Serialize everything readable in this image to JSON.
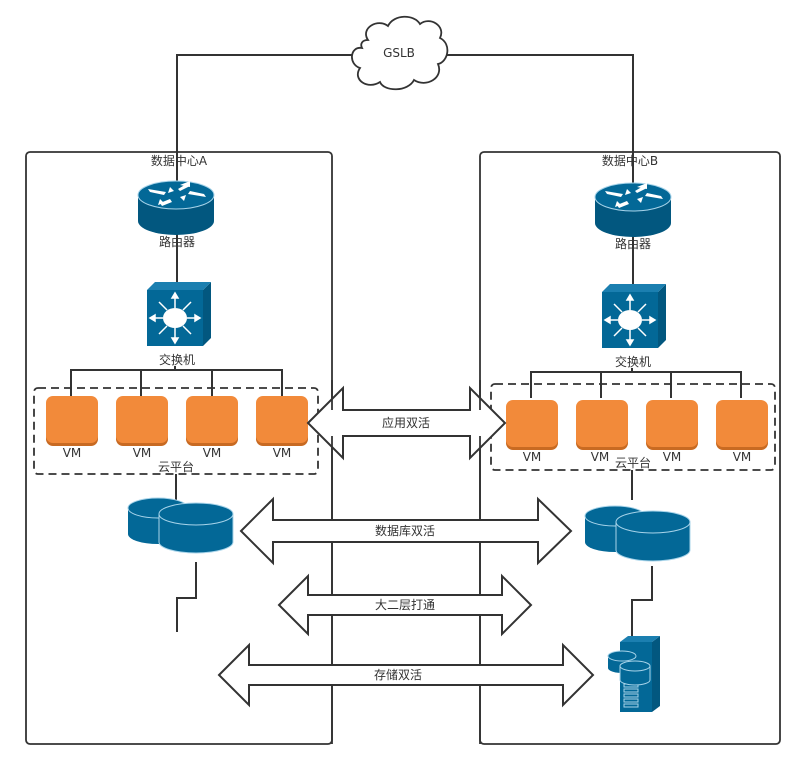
{
  "diagram": {
    "cloud": {
      "label": "GSLB"
    },
    "datacenters": [
      {
        "id": "A",
        "title": "数据中心A",
        "router_label": "路由器",
        "switch_label": "交换机",
        "cloud_platform_label": "云平台",
        "vms": [
          "VM",
          "VM",
          "VM",
          "VM"
        ]
      },
      {
        "id": "B",
        "title": "数据中心B",
        "router_label": "路由器",
        "switch_label": "交换机",
        "cloud_platform_label": "云平台",
        "vms": [
          "VM",
          "VM",
          "VM",
          "VM"
        ]
      }
    ],
    "links": [
      {
        "label": "应用双活"
      },
      {
        "label": "数据库双活"
      },
      {
        "label": "大二层打通"
      },
      {
        "label": "存储双活"
      }
    ],
    "colors": {
      "device_blue": "#036897",
      "vm_orange": "#f28a3a",
      "line": "#333333"
    }
  }
}
